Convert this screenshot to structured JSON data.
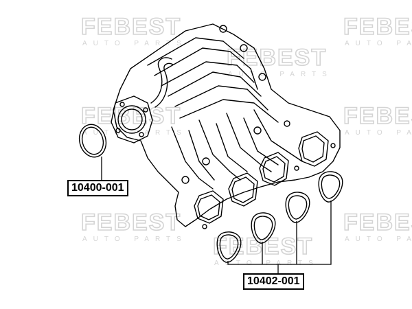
{
  "watermark": {
    "brand": "FEBEST",
    "subtitle": "AUTO PARTS",
    "color": "#d4d4d4"
  },
  "parts": [
    {
      "number": "10400-001"
    },
    {
      "number": "10402-001"
    }
  ],
  "colors": {
    "line": "#000000",
    "label_border": "#000000"
  }
}
